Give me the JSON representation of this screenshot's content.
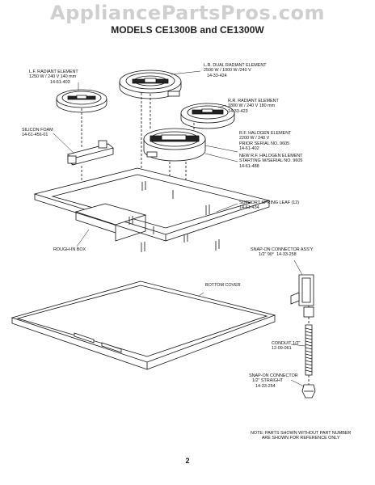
{
  "watermark": "AppliancePartsPros.com",
  "title": "MODELS CE1300B and CE1300W",
  "labels": {
    "lf": {
      "name": "L.F. RADIANT ELEMENT",
      "spec": "1250 W / 240 V 140 mm",
      "part": "14-61-403"
    },
    "lr": {
      "name": "L.R. DUAL RADIANT ELEMENT",
      "spec": "2500 W / 1000 W /240 V",
      "part": "14-33-424"
    },
    "rr": {
      "name": "R.R. RADIANT ELEMENT",
      "spec": "1800 W / 240 V 180 mm",
      "part": "14-33-423"
    },
    "silicon": {
      "name": "SILICON FOAM",
      "part": "14-61-456-01"
    },
    "rf": {
      "name": "R.F. HALOGEN ELEMENT",
      "spec": "2200 W / 240 V",
      "prior": "PRIOR SERIAL NO. 9605",
      "part": "14-61-402"
    },
    "newrf": {
      "name": "NEW R.F. HALOGEN ELEMENT",
      "starting": "STARTING W/SERIAL NO. 9605",
      "part": "14-61-488"
    },
    "spring": {
      "name": "SUPPORT SPRING LEAF (12)",
      "part": "14-61-434"
    },
    "rough": {
      "name": "ROUGH-IN BOX"
    },
    "snapassy": {
      "name": "SNAP-ON CONNECTOR ASS'Y",
      "spec": "1/2\" 90°",
      "part": "14-33-258"
    },
    "bottom": {
      "name": "BOTTOM COVER"
    },
    "conduit": {
      "name": "CONDUIT 1/2\"",
      "part": "12-09-061"
    },
    "snapstraight": {
      "name": "SNAP-ON CONNECTOR",
      "spec": "1/2\" STRAIGHT",
      "part": "14-33-254"
    }
  },
  "note": {
    "line1": "NOTE: PARTS SHOWN WITHOUT PART NUMBER",
    "line2": "ARE SHOWN FOR REFERENCE ONLY"
  },
  "page_number": "2"
}
